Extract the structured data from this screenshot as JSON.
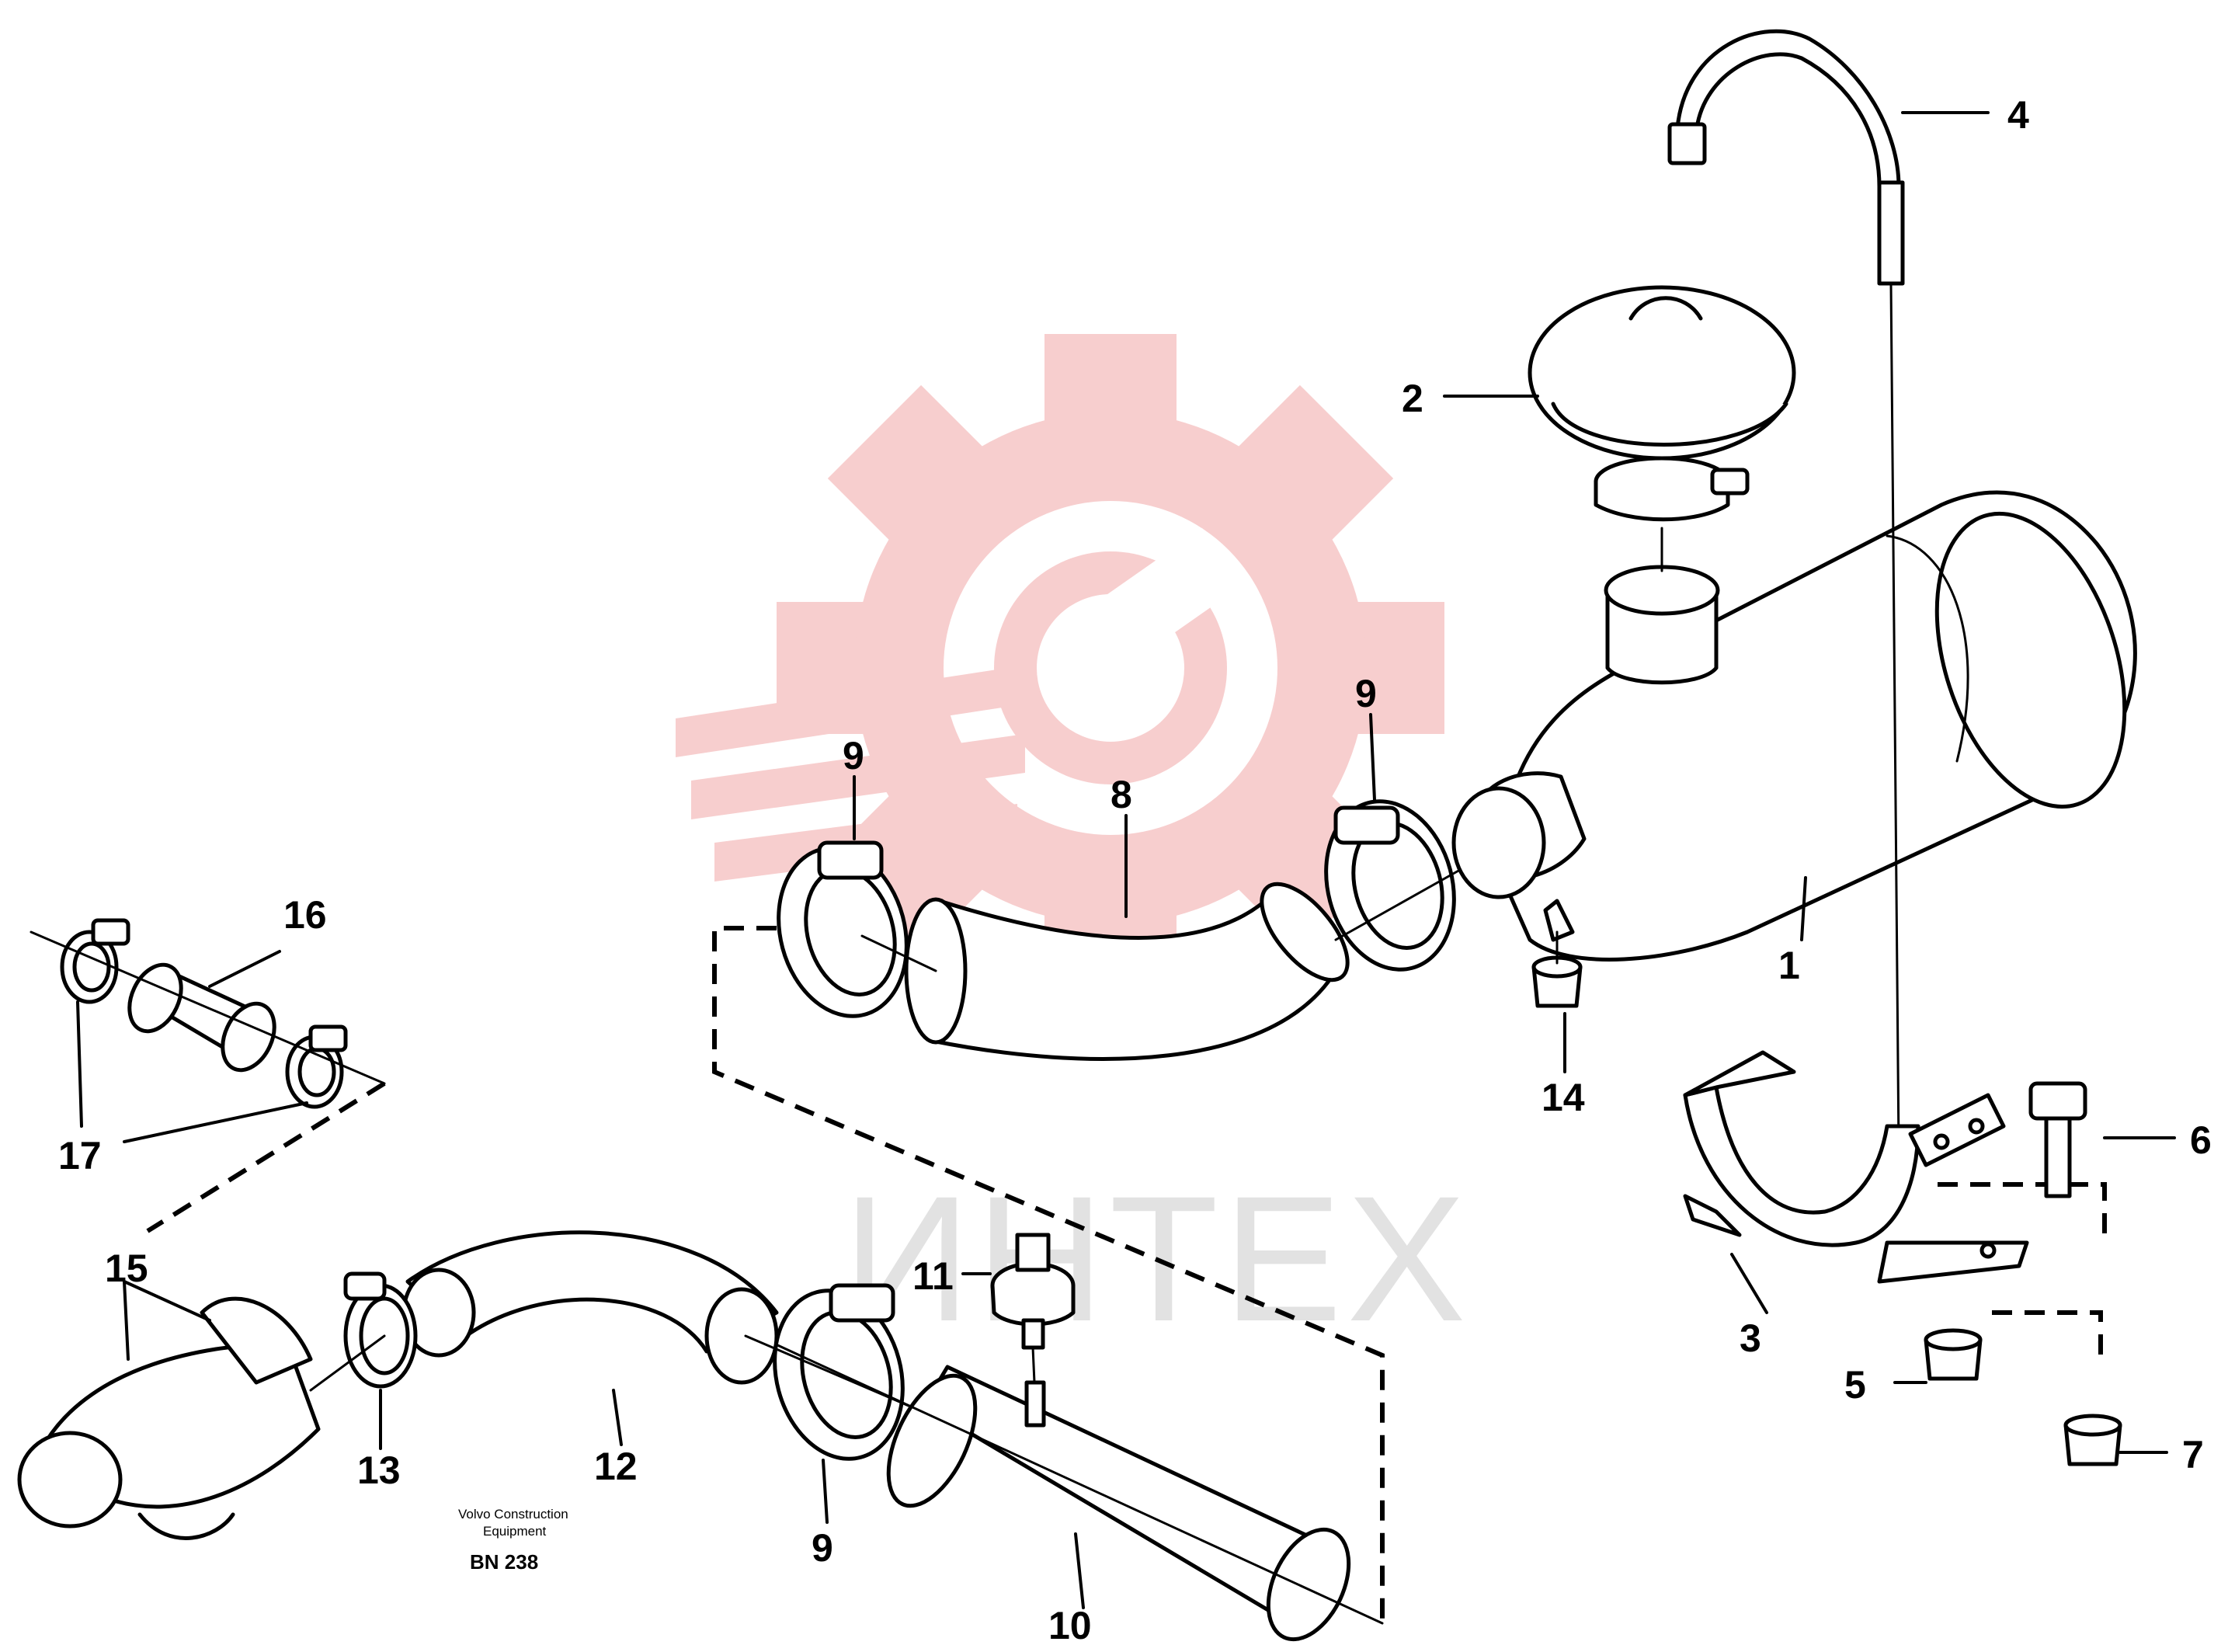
{
  "colors": {
    "line": "#000000",
    "background": "#ffffff",
    "watermark_gear": "#f7c9c9",
    "watermark_text": "#e2e2e2"
  },
  "watermark": {
    "text": "ИНТЕХ"
  },
  "caption": {
    "line1": "Volvo Construction",
    "line2": "Equipment",
    "doc_code": "BN 238"
  },
  "callouts": [
    {
      "id": "c1",
      "label": "1"
    },
    {
      "id": "c2",
      "label": "2"
    },
    {
      "id": "c3",
      "label": "3"
    },
    {
      "id": "c4",
      "label": "4"
    },
    {
      "id": "c5",
      "label": "5"
    },
    {
      "id": "c6",
      "label": "6"
    },
    {
      "id": "c7",
      "label": "7"
    },
    {
      "id": "c8",
      "label": "8"
    },
    {
      "id": "c9a",
      "label": "9"
    },
    {
      "id": "c9b",
      "label": "9"
    },
    {
      "id": "c9c",
      "label": "9"
    },
    {
      "id": "c10",
      "label": "10"
    },
    {
      "id": "c11",
      "label": "11"
    },
    {
      "id": "c12",
      "label": "12"
    },
    {
      "id": "c13",
      "label": "13"
    },
    {
      "id": "c14",
      "label": "14"
    },
    {
      "id": "c15",
      "label": "15"
    },
    {
      "id": "c16",
      "label": "16"
    },
    {
      "id": "c17",
      "label": "17"
    }
  ]
}
